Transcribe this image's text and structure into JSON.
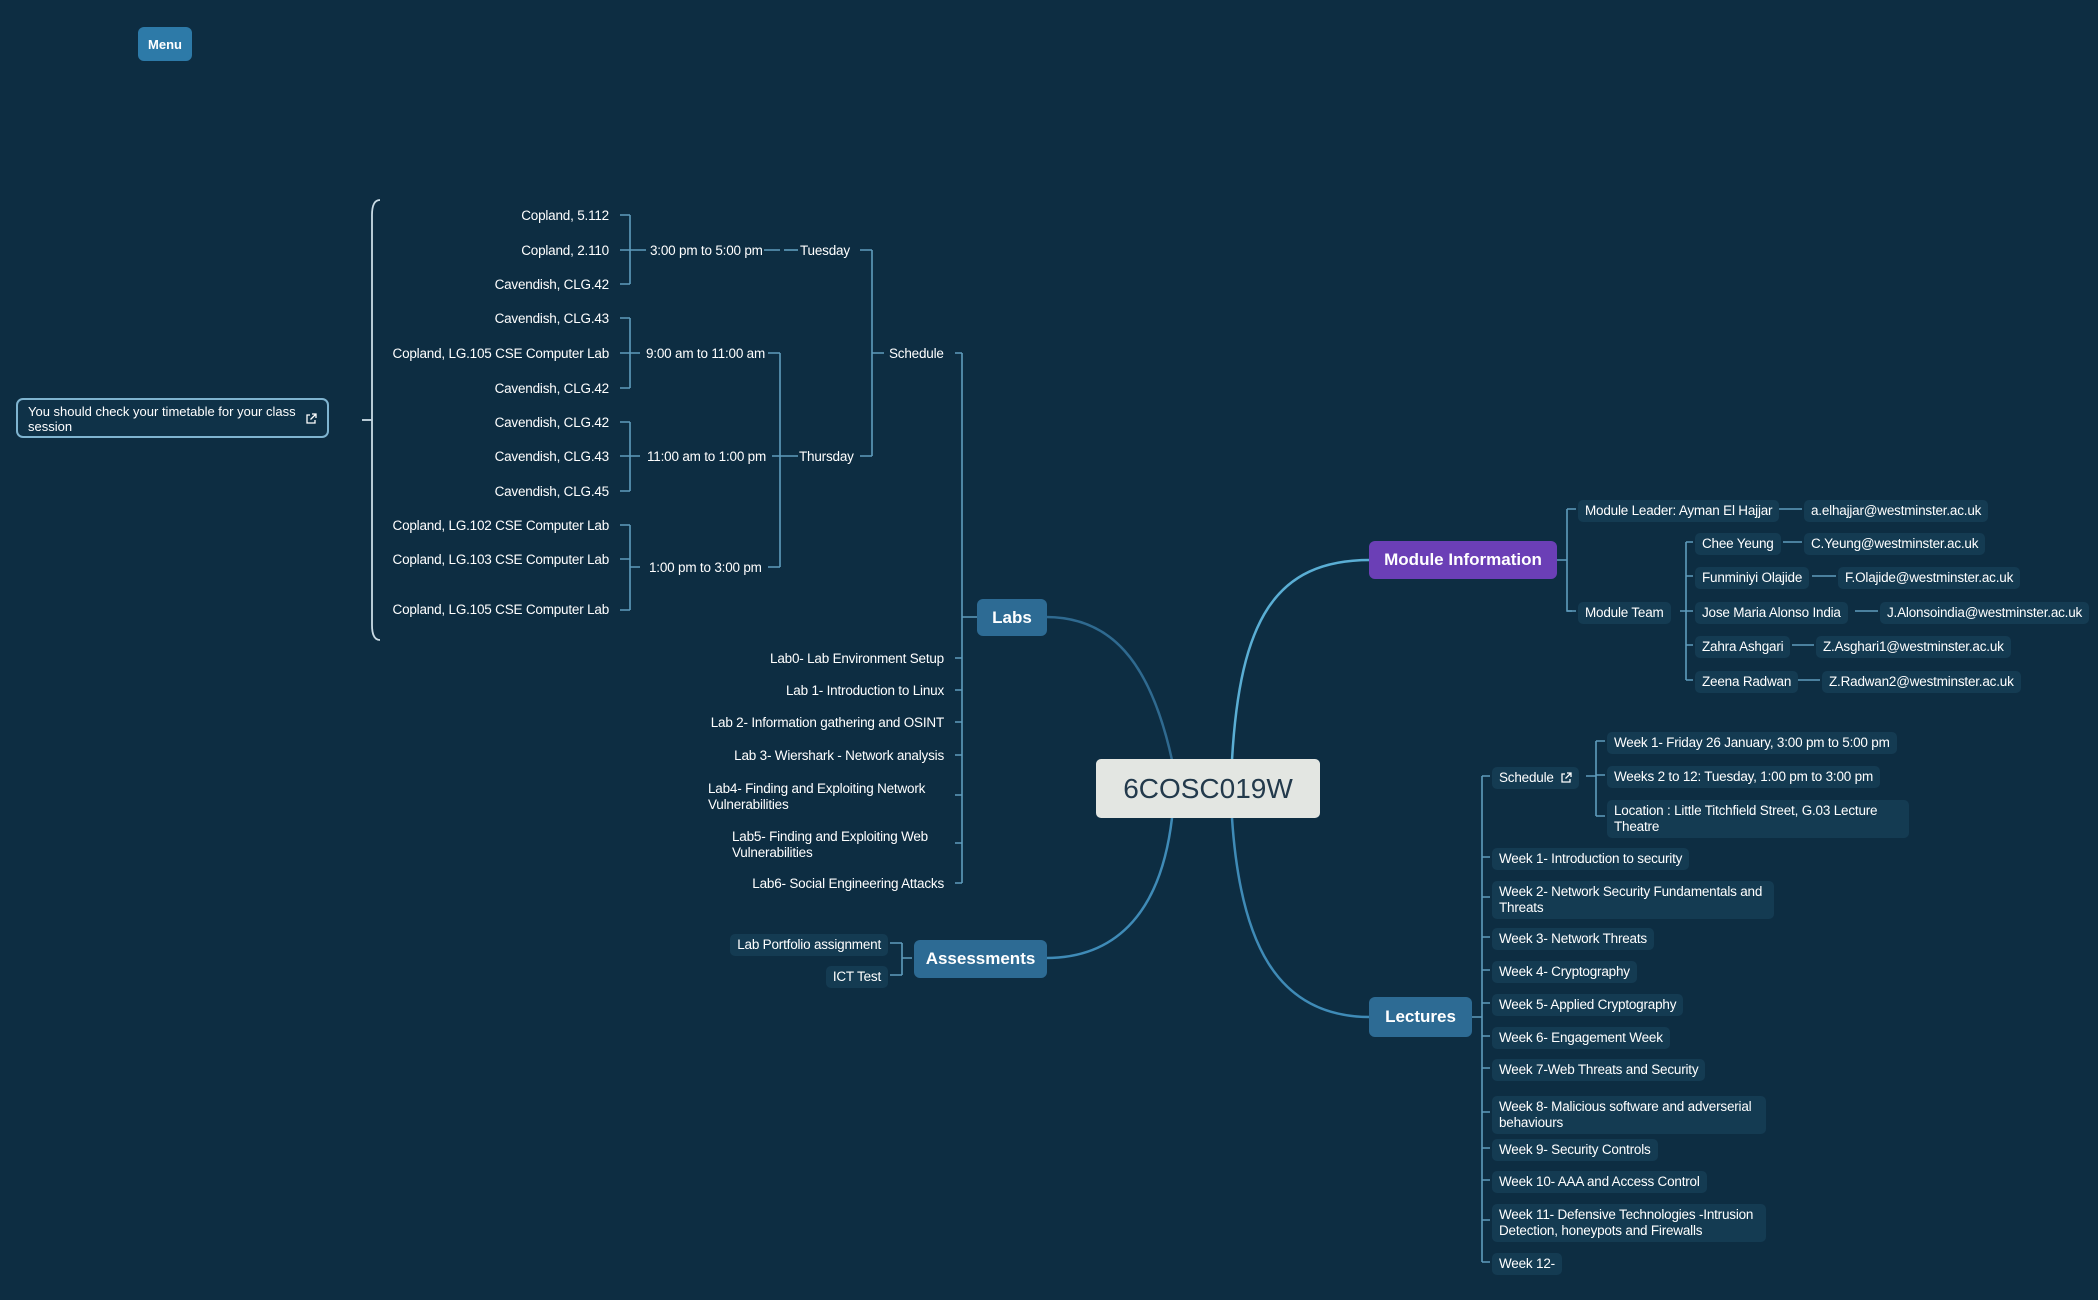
{
  "menu": {
    "label": "Menu"
  },
  "center": {
    "title": "6COSC019W"
  },
  "labs": {
    "label": "Labs",
    "note": "You should check your timetable for your class session",
    "schedule_label": "Schedule",
    "tuesday": "Tuesday",
    "thursday": "Thursday",
    "slot_tue": "3:00 pm to 5:00 pm",
    "slot_thu_1": "9:00 am to 11:00 am",
    "slot_thu_2": "11:00 am to 1:00 pm",
    "slot_thu_3": "1:00 pm to 3:00 pm",
    "rooms": [
      "Copland, 5.112",
      "Copland, 2.110",
      "Cavendish, CLG.42",
      "Cavendish, CLG.43",
      "Copland, LG.105 CSE Computer Lab",
      "Cavendish, CLG.42",
      "Cavendish, CLG.42",
      "Cavendish, CLG.43",
      "Cavendish, CLG.45",
      "Copland, LG.102 CSE Computer Lab",
      "Copland, LG.103 CSE Computer Lab",
      "Copland, LG.105 CSE Computer Lab"
    ],
    "items": [
      "Lab0- Lab Environment Setup",
      "Lab 1- Introduction to Linux",
      "Lab 2- Information gathering and OSINT",
      "Lab 3- Wiershark - Network analysis",
      "Lab4- Finding and Exploiting Network Vulnerabilities",
      "Lab5- Finding and Exploiting Web Vulnerabilities",
      "Lab6- Social Engineering Attacks"
    ]
  },
  "assessments": {
    "label": "Assessments",
    "items": [
      "Lab Portfolio assignment",
      "ICT Test"
    ]
  },
  "module_info": {
    "label": "Module Information",
    "leader": "Module Leader: Ayman El Hajjar",
    "leader_email": "a.elhajjar@westminster.ac.uk",
    "team_label": "Module Team",
    "team": [
      {
        "name": "Chee Yeung",
        "email": "C.Yeung@westminster.ac.uk"
      },
      {
        "name": "Funminiyi Olajide",
        "email": "F.Olajide@westminster.ac.uk"
      },
      {
        "name": "Jose Maria Alonso  India",
        "email": "J.Alonsoindia@westminster.ac.uk"
      },
      {
        "name": "Zahra Ashgari",
        "email": "Z.Asghari1@westminster.ac.uk"
      },
      {
        "name": "Zeena Radwan",
        "email": "Z.Radwan2@westminster.ac.uk"
      }
    ]
  },
  "lectures": {
    "label": "Lectures",
    "schedule_label": "Schedule",
    "schedule_items": [
      "Week 1- Friday 26 January, 3:00 pm to 5:00 pm",
      "Weeks 2 to 12: Tuesday, 1:00 pm to 3:00 pm",
      "Location : Little Titchfield Street, G.03 Lecture Theatre"
    ],
    "weeks": [
      "Week 1-  Introduction to security",
      "Week 2- Network Security Fundamentals and Threats",
      "Week 3- Network Threats",
      "Week 4- Cryptography",
      "Week 5- Applied Cryptography",
      "Week 6- Engagement Week",
      "Week 7-Web Threats and Security",
      "Week 8- Malicious software and adverserial behaviours",
      "Week 9- Security Controls",
      "Week 10- AAA and Access Control",
      "Week 11- Defensive Technologies -Intrusion Detection, honeypots and Firewalls",
      "Week 12-"
    ]
  },
  "colors": {
    "background": "#0d2d42",
    "node_box": "#143b52",
    "main_blue": "#2d6b94",
    "main_purple": "#6b3fb6",
    "center_box": "#e3e6e2",
    "connector_main": "#4ea0c8",
    "connector_branch": "#6fa7c4"
  }
}
